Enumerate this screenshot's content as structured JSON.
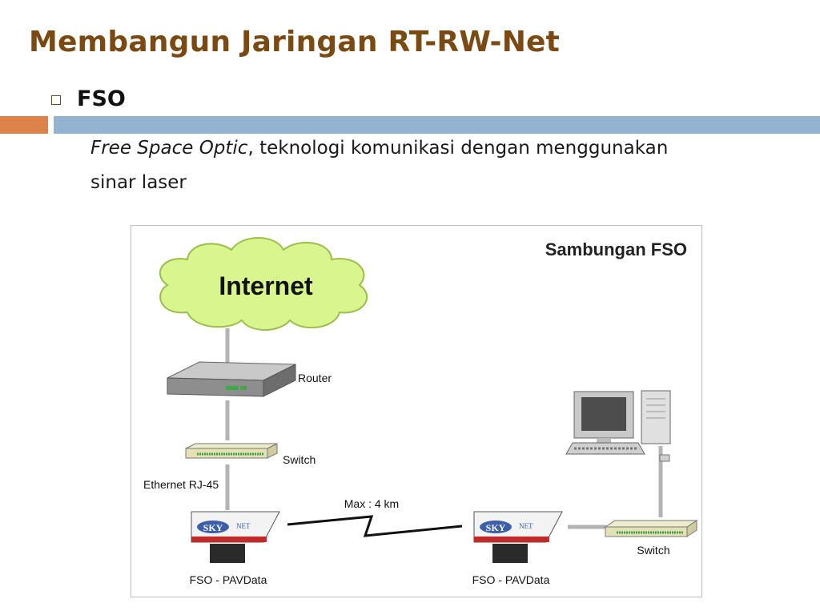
{
  "slide": {
    "title": "Membangun Jaringan RT-RW-Net",
    "bullet": "FSO",
    "description_italic": "Free Space Optic",
    "description_rest": ", teknologi komunikasi dengan menggunakan sinar laser"
  },
  "diagram": {
    "title": "Sambungan FSO",
    "cloud_label": "Internet",
    "router_label": "Router",
    "switch_left_label": "Switch",
    "ethernet_label": "Ethernet RJ-45",
    "distance_label": "Max : 4 km",
    "fso_left_label": "FSO - PAVData",
    "fso_right_label": "FSO - PAVData",
    "switch_right_label": "Switch",
    "fso_brand_main": "SKY",
    "fso_brand_sub": "NET"
  },
  "colors": {
    "title": "#7a4a12",
    "bar_accent_orange": "#dd8349",
    "bar_accent_blue": "#93b3d1",
    "cloud_fill": "#d8f58e"
  }
}
